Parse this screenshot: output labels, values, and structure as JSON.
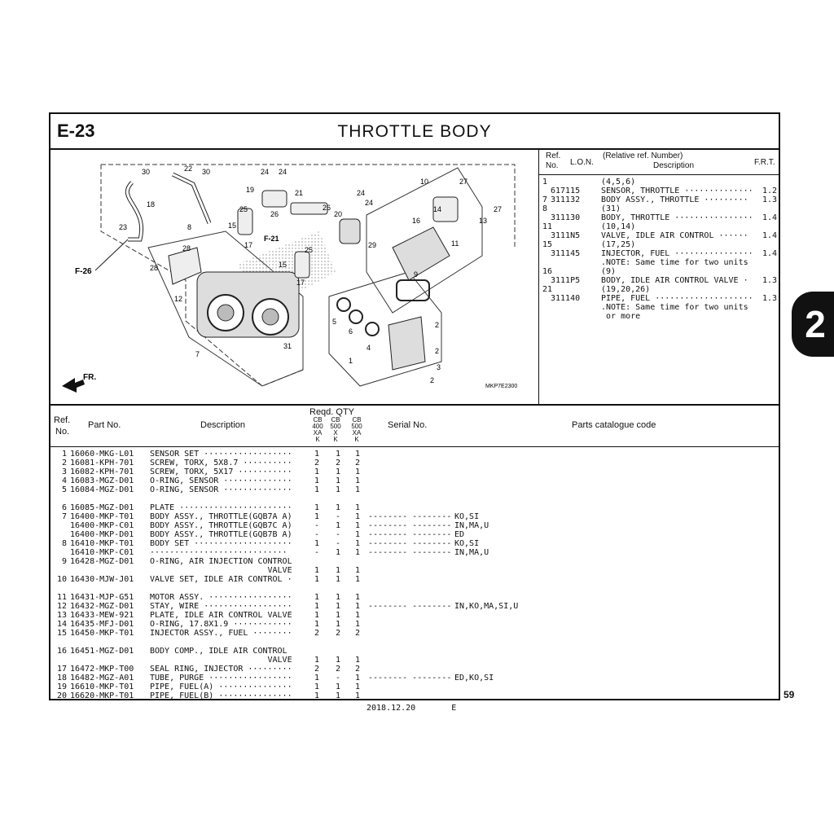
{
  "header": {
    "section_id": "E-23",
    "title": "THROTTLE BODY"
  },
  "diagram": {
    "image_code": "MKP7E2300",
    "callouts": [
      "30",
      "22",
      "30",
      "18",
      "23",
      "8",
      "28",
      "28",
      "12",
      "7",
      "31",
      "24",
      "24",
      "19",
      "21",
      "26",
      "25",
      "15",
      "17",
      "F-21",
      "25",
      "15",
      "17",
      "24",
      "24",
      "26",
      "20",
      "10",
      "27",
      "27",
      "14",
      "16",
      "13",
      "11",
      "29",
      "9",
      "2",
      "5",
      "6",
      "4",
      "1",
      "2",
      "3",
      "2"
    ],
    "arrow_labels": {
      "f26": "F-26",
      "fr": "FR."
    }
  },
  "ref_panel": {
    "col_ref": "Ref.",
    "col_ref2": "No.",
    "col_lon": "L.O.N.",
    "col_rel": "(Relative ref. Number)",
    "col_desc": "Description",
    "col_frt": "F.R.T.",
    "rows": [
      {
        "ref": "1",
        "lon": "",
        "desc": "(4,5,6)",
        "frt": ""
      },
      {
        "ref": "",
        "lon": "617115",
        "desc": "SENSOR, THROTTLE ··············",
        "frt": "1.2"
      },
      {
        "ref": "7",
        "lon": "311132",
        "desc": "BODY ASSY., THROTTLE ·········",
        "frt": "1.3"
      },
      {
        "ref": "8",
        "lon": "",
        "desc": "(31)",
        "frt": ""
      },
      {
        "ref": "",
        "lon": "311130",
        "desc": "BODY, THROTTLE ················",
        "frt": "1.4"
      },
      {
        "ref": "11",
        "lon": "",
        "desc": "(10,14)",
        "frt": ""
      },
      {
        "ref": "",
        "lon": "3111N5",
        "desc": "VALVE, IDLE AIR CONTROL ······",
        "frt": "1.4"
      },
      {
        "ref": "15",
        "lon": "",
        "desc": "(17,25)",
        "frt": ""
      },
      {
        "ref": "",
        "lon": "311145",
        "desc": "INJECTOR, FUEL ················",
        "frt": "1.4"
      },
      {
        "ref": "",
        "lon": "",
        "desc": ".NOTE: Same time for two units",
        "frt": ""
      },
      {
        "ref": "16",
        "lon": "",
        "desc": "(9)",
        "frt": ""
      },
      {
        "ref": "",
        "lon": "3111P5",
        "desc": "BODY, IDLE AIR CONTROL VALVE ·",
        "frt": "1.3"
      },
      {
        "ref": "21",
        "lon": "",
        "desc": "(19,20,26)",
        "frt": ""
      },
      {
        "ref": "",
        "lon": "311140",
        "desc": "PIPE, FUEL ····················",
        "frt": "1.3"
      },
      {
        "ref": "",
        "lon": "",
        "desc": ".NOTE: Same time for two units",
        "frt": ""
      },
      {
        "ref": "",
        "lon": "",
        "desc": " or more",
        "frt": ""
      }
    ]
  },
  "table": {
    "col_ref": "Ref.",
    "col_ref2": "No.",
    "col_part": "Part No.",
    "col_desc": "Description",
    "col_qty": "Reqd. QTY",
    "qty_cols": [
      {
        "l1": "CB",
        "l2": "400",
        "l3": "XA",
        "l4": "K"
      },
      {
        "l1": "CB",
        "l2": "500",
        "l3": "X",
        "l4": "K"
      },
      {
        "l1": "CB",
        "l2": "500",
        "l3": "XA",
        "l4": "K"
      }
    ],
    "col_serial": "Serial No.",
    "col_catalogue": "Parts catalogue code",
    "rows": [
      {
        "ref": "1",
        "part": "16060-MKG-L01",
        "desc": "SENSOR SET ··················",
        "q1": "1",
        "q2": "1",
        "q3": "1",
        "serial": "",
        "code": ""
      },
      {
        "ref": "2",
        "part": "16081-KPH-701",
        "desc": "SCREW, TORX, 5X8.7 ··········",
        "q1": "2",
        "q2": "2",
        "q3": "2",
        "serial": "",
        "code": ""
      },
      {
        "ref": "3",
        "part": "16082-KPH-701",
        "desc": "SCREW, TORX, 5X17 ···········",
        "q1": "1",
        "q2": "1",
        "q3": "1",
        "serial": "",
        "code": ""
      },
      {
        "ref": "4",
        "part": "16083-MGZ-D01",
        "desc": "O-RING, SENSOR ··············",
        "q1": "1",
        "q2": "1",
        "q3": "1",
        "serial": "",
        "code": ""
      },
      {
        "ref": "5",
        "part": "16084-MGZ-D01",
        "desc": "O-RING, SENSOR ··············",
        "q1": "1",
        "q2": "1",
        "q3": "1",
        "serial": "",
        "code": ""
      },
      {
        "gap": true
      },
      {
        "ref": "6",
        "part": "16085-MGZ-D01",
        "desc": "PLATE ·······················",
        "q1": "1",
        "q2": "1",
        "q3": "1",
        "serial": "",
        "code": ""
      },
      {
        "ref": "7",
        "part": "16400-MKP-T01",
        "desc": "BODY ASSY., THROTTLE(GQB7A A)",
        "q1": "1",
        "q2": "-",
        "q3": "1",
        "serial": "-------- --------",
        "code": "KO,SI"
      },
      {
        "ref": "",
        "part": "16400-MKP-C01",
        "desc": "BODY ASSY., THROTTLE(GQB7C A)",
        "q1": "-",
        "q2": "1",
        "q3": "1",
        "serial": "-------- --------",
        "code": "IN,MA,U"
      },
      {
        "ref": "",
        "part": "16400-MKP-D01",
        "desc": "BODY ASSY., THROTTLE(GQB7B A)",
        "q1": "-",
        "q2": "-",
        "q3": "1",
        "serial": "-------- --------",
        "code": "ED"
      },
      {
        "ref": "8",
        "part": "16410-MKP-T01",
        "desc": "BODY SET ····················",
        "q1": "1",
        "q2": "-",
        "q3": "1",
        "serial": "-------- --------",
        "code": "KO,SI"
      },
      {
        "ref": "",
        "part": "16410-MKP-C01",
        "desc": "····························",
        "q1": "-",
        "q2": "1",
        "q3": "1",
        "serial": "-------- --------",
        "code": "IN,MA,U"
      },
      {
        "ref": "9",
        "part": "16428-MGZ-D01",
        "desc": "O-RING, AIR INJECTION CONTROL",
        "q1": "",
        "q2": "",
        "q3": "",
        "serial": "",
        "code": ""
      },
      {
        "ref": "",
        "part": "",
        "desc": "                        VALVE",
        "q1": "1",
        "q2": "1",
        "q3": "1",
        "serial": "",
        "code": ""
      },
      {
        "ref": "10",
        "part": "16430-MJW-J01",
        "desc": "VALVE SET, IDLE AIR CONTROL ·",
        "q1": "1",
        "q2": "1",
        "q3": "1",
        "serial": "",
        "code": ""
      },
      {
        "gap": true
      },
      {
        "ref": "11",
        "part": "16431-MJP-G51",
        "desc": "MOTOR ASSY. ·················",
        "q1": "1",
        "q2": "1",
        "q3": "1",
        "serial": "",
        "code": ""
      },
      {
        "ref": "12",
        "part": "16432-MGZ-D01",
        "desc": "STAY, WIRE ··················",
        "q1": "1",
        "q2": "1",
        "q3": "1",
        "serial": "-------- --------",
        "code": "IN,KO,MA,SI,U"
      },
      {
        "ref": "13",
        "part": "16433-MEW-921",
        "desc": "PLATE, IDLE AIR CONTROL VALVE",
        "q1": "1",
        "q2": "1",
        "q3": "1",
        "serial": "",
        "code": ""
      },
      {
        "ref": "14",
        "part": "16435-MFJ-D01",
        "desc": "O-RING, 17.8X1.9 ············",
        "q1": "1",
        "q2": "1",
        "q3": "1",
        "serial": "",
        "code": ""
      },
      {
        "ref": "15",
        "part": "16450-MKP-T01",
        "desc": "INJECTOR ASSY., FUEL ········",
        "q1": "2",
        "q2": "2",
        "q3": "2",
        "serial": "",
        "code": ""
      },
      {
        "gap": true
      },
      {
        "ref": "16",
        "part": "16451-MGZ-D01",
        "desc": "BODY COMP., IDLE AIR CONTROL",
        "q1": "",
        "q2": "",
        "q3": "",
        "serial": "",
        "code": ""
      },
      {
        "ref": "",
        "part": "",
        "desc": "                        VALVE",
        "q1": "1",
        "q2": "1",
        "q3": "1",
        "serial": "",
        "code": ""
      },
      {
        "ref": "17",
        "part": "16472-MKP-T00",
        "desc": "SEAL RING, INJECTOR ·········",
        "q1": "2",
        "q2": "2",
        "q3": "2",
        "serial": "",
        "code": ""
      },
      {
        "ref": "18",
        "part": "16482-MGZ-A01",
        "desc": "TUBE, PURGE ·················",
        "q1": "1",
        "q2": "-",
        "q3": "1",
        "serial": "-------- --------",
        "code": "ED,KO,SI"
      },
      {
        "ref": "19",
        "part": "16610-MKP-T01",
        "desc": "PIPE, FUEL(A) ···············",
        "q1": "1",
        "q2": "1",
        "q3": "1",
        "serial": "",
        "code": ""
      },
      {
        "ref": "20",
        "part": "16620-MKP-T01",
        "desc": "PIPE, FUEL(B) ···············",
        "q1": "1",
        "q2": "1",
        "q3": "1",
        "serial": "",
        "code": ""
      }
    ]
  },
  "side_tab": "2",
  "page_number": "59",
  "footer": {
    "date": "2018.12.20",
    "code": "E"
  }
}
